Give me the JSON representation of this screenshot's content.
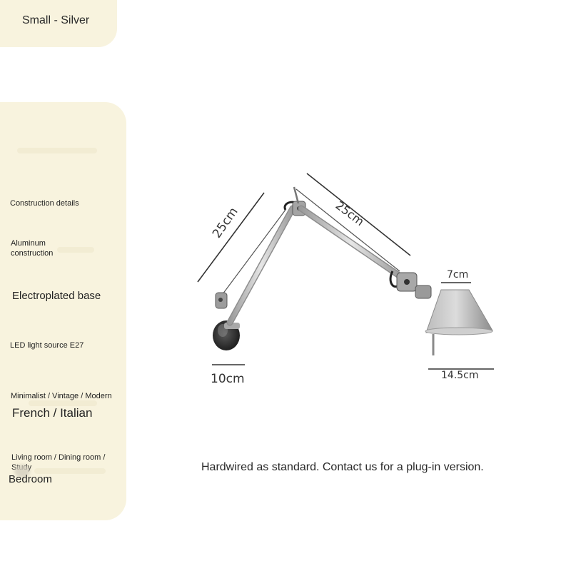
{
  "variant": {
    "label": "Small - Silver"
  },
  "specs": {
    "construction_title": "Construction details",
    "material": "Aluminum construction",
    "base": "Electroplated base",
    "light_source": "LED light source E27",
    "styles": "Minimalist / Vintage / Modern",
    "origin": "French / Italian",
    "rooms": "Living room / Dining room / Study",
    "bedroom": "Bedroom"
  },
  "dimensions": {
    "lower_arm": "25cm",
    "upper_arm": "25cm",
    "shade_top": "7cm",
    "base_width": "10cm",
    "shade_bottom": "14.5cm"
  },
  "note": "Hardwired as standard. Contact us for a plug-in version.",
  "colors": {
    "panel": "#f8f3de"
  }
}
